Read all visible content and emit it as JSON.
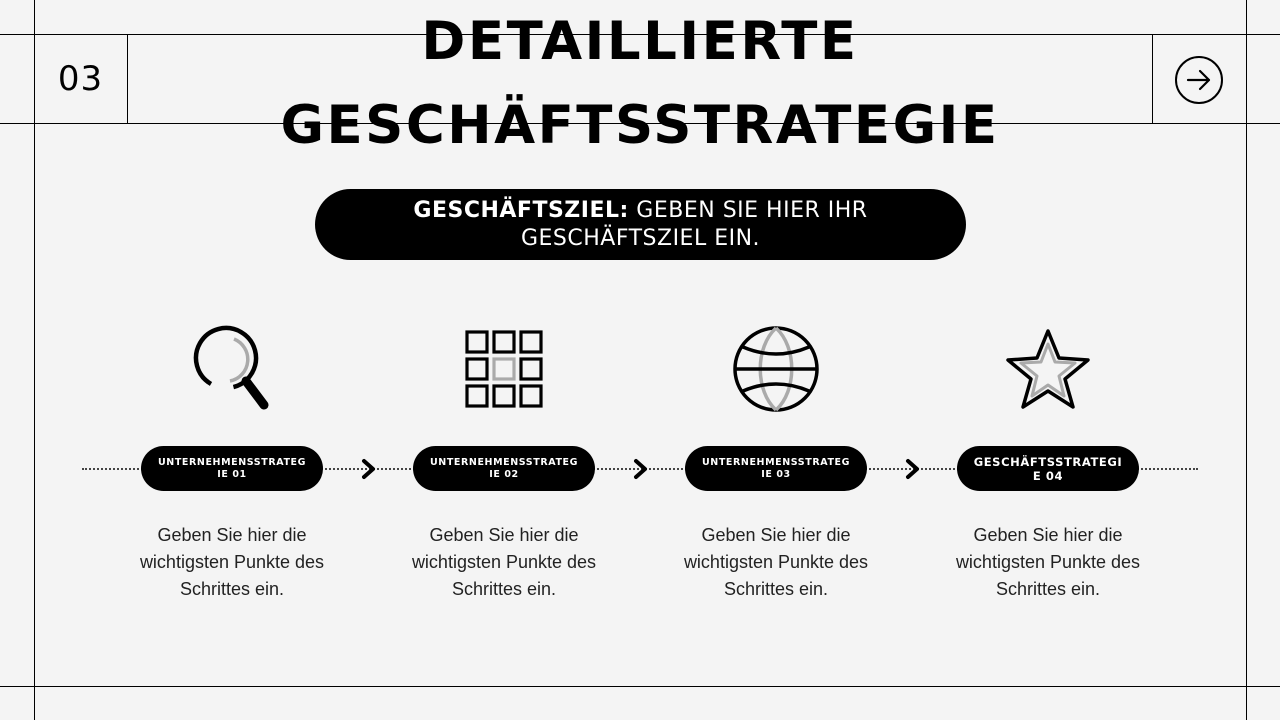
{
  "slide": {
    "page_number": "03",
    "title": "DETAILLIERTE GESCHÄFTSSTRATEGIE"
  },
  "goal": {
    "label": "GESCHÄFTSZIEL:",
    "text": "GEBEN SIE HIER IHR GESCHÄFTSZIEL EIN."
  },
  "steps": [
    {
      "icon": "magnifier-icon",
      "label": "UNTERNEHMENSSTRATEGIE 01",
      "text": "Geben Sie hier die wichtigsten Punkte des Schrittes ein."
    },
    {
      "icon": "grid-icon",
      "label": "UNTERNEHMENSSTRATEGIE 02",
      "text": "Geben Sie hier die wichtigsten Punkte des Schrittes ein."
    },
    {
      "icon": "globe-icon",
      "label": "UNTERNEHMENSSTRATEGIE 03",
      "text": "Geben Sie hier die wichtigsten Punkte des Schrittes ein."
    },
    {
      "icon": "star-icon",
      "label": "GESCHÄFTSSTRATEGIE 04",
      "text": "Geben Sie hier die wichtigsten Punkte des Schrittes ein."
    }
  ],
  "colors": {
    "background": "#f4f4f4",
    "ink": "#000000",
    "icon_accent": "#aaaaaa"
  }
}
